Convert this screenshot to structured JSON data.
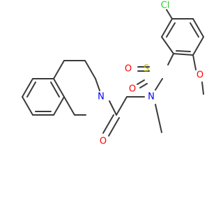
{
  "molecule": {
    "atoms": {
      "cl": {
        "text": "Cl",
        "color": "#33cc33"
      },
      "s": {
        "text": "S",
        "color": "#b8b800"
      },
      "o_s_top": {
        "text": "O",
        "color": "#ff0000"
      },
      "o_s_bottom": {
        "text": "O",
        "color": "#ff0000"
      },
      "n_sulfonamide": {
        "text": "N",
        "color": "#0000ff"
      },
      "n_ring": {
        "text": "N",
        "color": "#0000ff"
      },
      "o_carbonyl": {
        "text": "O",
        "color": "#ff0000"
      },
      "o_methoxy": {
        "text": "O",
        "color": "#ff0000"
      }
    },
    "bond_color": "#3a3a3a"
  }
}
